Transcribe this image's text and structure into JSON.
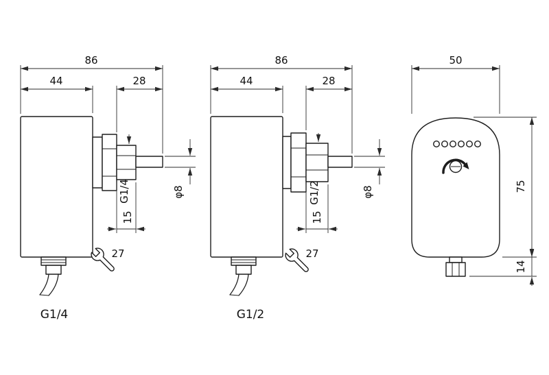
{
  "views": [
    {
      "caption": "G1/4",
      "dims": {
        "overall": "86",
        "body": "44",
        "fitting": "28",
        "thread": "G1/4",
        "thread_len": "15",
        "tube_dia": "φ8",
        "wrench": "27"
      }
    },
    {
      "caption": "G1/2",
      "dims": {
        "overall": "86",
        "body": "44",
        "fitting": "28",
        "thread": "G1/2",
        "thread_len": "15",
        "tube_dia": "φ8",
        "wrench": "27"
      }
    },
    {
      "dims": {
        "width": "50",
        "height": "75",
        "base": "14"
      }
    }
  ]
}
